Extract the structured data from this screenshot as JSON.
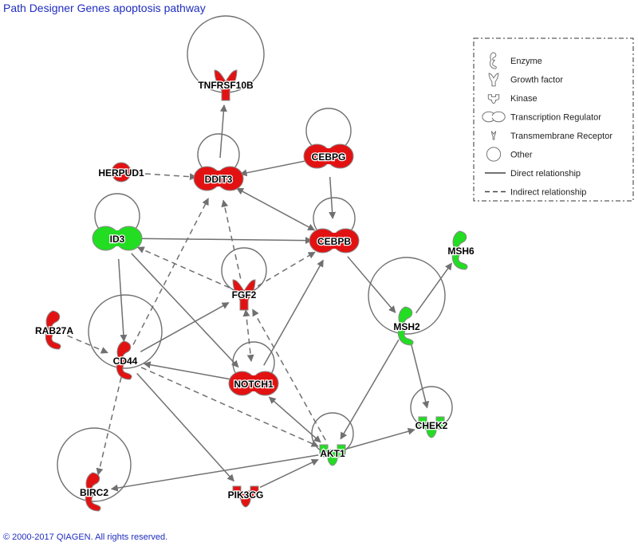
{
  "title": "Path Designer Genes apoptosis pathway",
  "copyright": "© 2000-2017 QIAGEN. All rights reserved.",
  "colors": {
    "up": "#e31212",
    "down": "#22dd22",
    "edge": "#707070"
  },
  "nodes": [
    {
      "id": "TNFRSF10B",
      "label": "TNFRSF10B",
      "shape": "growth-factor",
      "color": "up"
    },
    {
      "id": "HERPUD1",
      "label": "HERPUD1",
      "shape": "other",
      "color": "up"
    },
    {
      "id": "DDIT3",
      "label": "DDIT3",
      "shape": "transcription-regulator",
      "color": "up"
    },
    {
      "id": "CEBPG",
      "label": "CEBPG",
      "shape": "transcription-regulator",
      "color": "up"
    },
    {
      "id": "ID3",
      "label": "ID3",
      "shape": "transcription-regulator",
      "color": "down"
    },
    {
      "id": "CEBPB",
      "label": "CEBPB",
      "shape": "transcription-regulator",
      "color": "up"
    },
    {
      "id": "MSH6",
      "label": "MSH6",
      "shape": "enzyme",
      "color": "down"
    },
    {
      "id": "FGF2",
      "label": "FGF2",
      "shape": "growth-factor",
      "color": "up"
    },
    {
      "id": "RAB27A",
      "label": "RAB27A",
      "shape": "enzyme",
      "color": "up"
    },
    {
      "id": "MSH2",
      "label": "MSH2",
      "shape": "enzyme",
      "color": "down"
    },
    {
      "id": "CD44",
      "label": "CD44",
      "shape": "enzyme",
      "color": "up"
    },
    {
      "id": "NOTCH1",
      "label": "NOTCH1",
      "shape": "transcription-regulator",
      "color": "up"
    },
    {
      "id": "CHEK2",
      "label": "CHEK2",
      "shape": "kinase",
      "color": "down"
    },
    {
      "id": "AKT1",
      "label": "AKT1",
      "shape": "kinase",
      "color": "down"
    },
    {
      "id": "BIRC2",
      "label": "BIRC2",
      "shape": "enzyme",
      "color": "up"
    },
    {
      "id": "PIK3CG",
      "label": "PIK3CG",
      "shape": "kinase",
      "color": "up"
    }
  ],
  "edges": [
    {
      "from": "DDIT3",
      "to": "TNFRSF10B",
      "type": "direct"
    },
    {
      "from": "HERPUD1",
      "to": "DDIT3",
      "type": "indirect"
    },
    {
      "from": "CEBPG",
      "to": "DDIT3",
      "type": "direct"
    },
    {
      "from": "CEBPG",
      "to": "CEBPB",
      "type": "direct"
    },
    {
      "from": "DDIT3",
      "to": "CEBPB",
      "type": "direct",
      "bidir": true
    },
    {
      "from": "ID3",
      "to": "CEBPB",
      "type": "direct"
    },
    {
      "from": "FGF2",
      "to": "ID3",
      "type": "indirect"
    },
    {
      "from": "FGF2",
      "to": "DDIT3",
      "type": "indirect"
    },
    {
      "from": "FGF2",
      "to": "CEBPB",
      "type": "indirect"
    },
    {
      "from": "CEBPB",
      "to": "MSH2",
      "type": "direct"
    },
    {
      "from": "MSH2",
      "to": "MSH6",
      "type": "direct"
    },
    {
      "from": "MSH2",
      "to": "CHEK2",
      "type": "direct"
    },
    {
      "from": "MSH2",
      "to": "AKT1",
      "type": "direct"
    },
    {
      "from": "ID3",
      "to": "CD44",
      "type": "direct"
    },
    {
      "from": "ID3",
      "to": "NOTCH1",
      "type": "direct"
    },
    {
      "from": "RAB27A",
      "to": "CD44",
      "type": "indirect"
    },
    {
      "from": "CD44",
      "to": "DDIT3",
      "type": "indirect"
    },
    {
      "from": "CD44",
      "to": "FGF2",
      "type": "direct"
    },
    {
      "from": "NOTCH1",
      "to": "CD44",
      "type": "direct"
    },
    {
      "from": "NOTCH1",
      "to": "CEBPB",
      "type": "direct"
    },
    {
      "from": "FGF2",
      "to": "NOTCH1",
      "type": "indirect",
      "bidir": true
    },
    {
      "from": "AKT1",
      "to": "FGF2",
      "type": "indirect"
    },
    {
      "from": "NOTCH1",
      "to": "AKT1",
      "type": "direct",
      "bidir": true
    },
    {
      "from": "CD44",
      "to": "AKT1",
      "type": "indirect"
    },
    {
      "from": "CD44",
      "to": "BIRC2",
      "type": "indirect"
    },
    {
      "from": "CD44",
      "to": "PIK3CG",
      "type": "direct"
    },
    {
      "from": "AKT1",
      "to": "BIRC2",
      "type": "direct"
    },
    {
      "from": "PIK3CG",
      "to": "AKT1",
      "type": "direct"
    },
    {
      "from": "AKT1",
      "to": "CHEK2",
      "type": "direct"
    }
  ],
  "self_loops": [
    "TNFRSF10B",
    "DDIT3",
    "CEBPG",
    "ID3",
    "CEBPB",
    "FGF2",
    "MSH2",
    "CD44",
    "NOTCH1",
    "CHEK2",
    "AKT1",
    "BIRC2"
  ],
  "legend": {
    "items": [
      {
        "icon": "enzyme",
        "label": "Enzyme"
      },
      {
        "icon": "growth-factor",
        "label": "Growth factor"
      },
      {
        "icon": "kinase",
        "label": "Kinase"
      },
      {
        "icon": "transcription-regulator",
        "label": "Transcription Regulator"
      },
      {
        "icon": "transmembrane-receptor",
        "label": "Transmembrane Receptor"
      },
      {
        "icon": "other",
        "label": "Other"
      },
      {
        "icon": "direct-line",
        "label": "Direct relationship"
      },
      {
        "icon": "indirect-line",
        "label": "Indirect relationship"
      }
    ]
  }
}
